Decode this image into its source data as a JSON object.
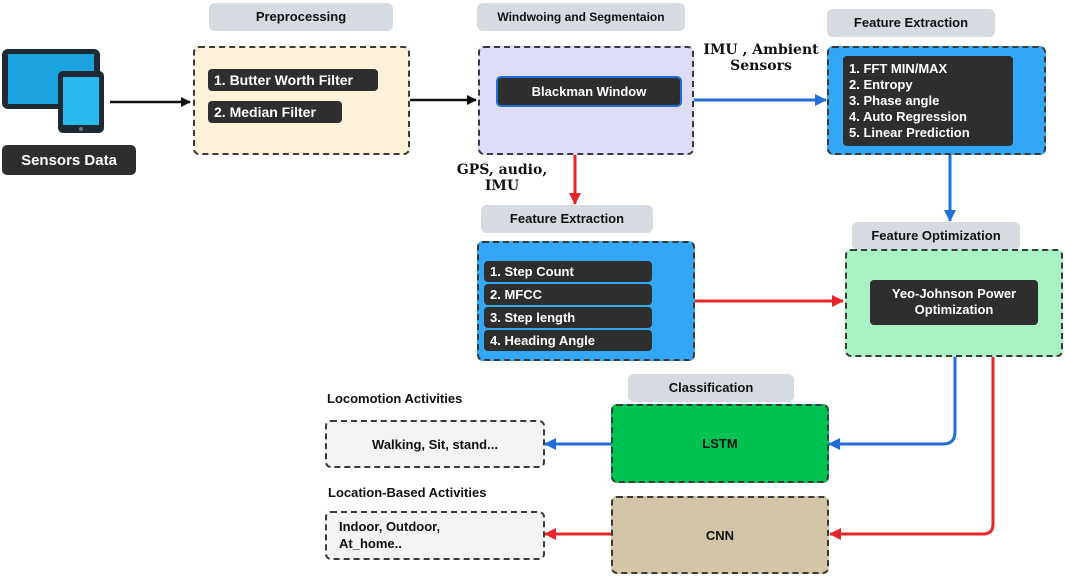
{
  "sensors_label": "Sensors Data",
  "preprocessing": {
    "title": "Preprocessing",
    "steps": [
      "1. Butter Worth Filter",
      "2. Median Filter"
    ]
  },
  "windowing": {
    "title": "Windwoing and Segmentaion",
    "window_label": "Blackman Window"
  },
  "imu_label": [
    "IMU , Ambient",
    "Sensors"
  ],
  "gps_label": [
    "GPS, audio,",
    "IMU"
  ],
  "feature_extraction_top": {
    "title": "Feature Extraction",
    "items": [
      "1. FFT MIN/MAX",
      "2. Entropy",
      "3. Phase angle",
      "4. Auto Regression",
      "5. Linear Prediction"
    ]
  },
  "feature_extraction_bottom": {
    "title": "Feature Extraction",
    "items": [
      "1.  Step Count",
      "2.  MFCC",
      "3.  Step length",
      "4.  Heading Angle"
    ]
  },
  "feature_optimization": {
    "title": "Feature Optimization",
    "method": [
      "Yeo-Johnson Power",
      "Optimization"
    ]
  },
  "classification": {
    "title": "Classification",
    "lstm": "LSTM",
    "cnn": "CNN"
  },
  "locomotion": {
    "title": "Locomotion Activities",
    "examples": "Walking, Sit, stand..."
  },
  "location": {
    "title": "Location-Based Activities",
    "examples": [
      "Indoor, Outdoor,",
      "At_home.."
    ]
  },
  "colors": {
    "blue_arrow": "#1f6fd6",
    "red_arrow": "#e8262a",
    "feature_box": "#33a7f5",
    "optimization_box": "#a9f2c6",
    "lstm_box": "#00c250",
    "cnn_box": "#d2c6a6",
    "preprocessing_box": "#fdf1d9",
    "windowing_box": "#dcdcfa"
  }
}
